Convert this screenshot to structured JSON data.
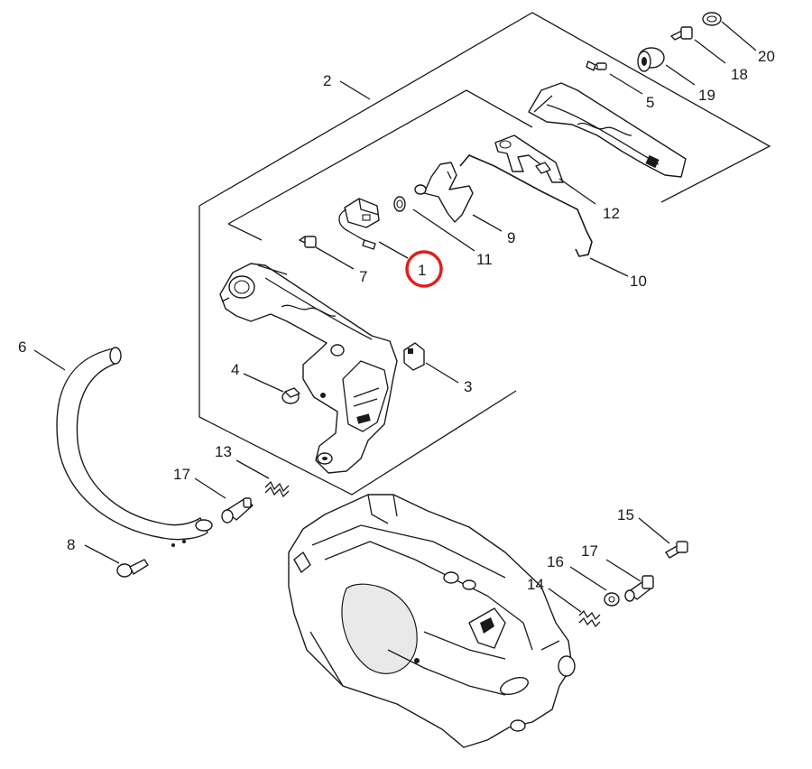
{
  "diagram": {
    "labels": [
      {
        "id": "1",
        "text": "1"
      },
      {
        "id": "2",
        "text": "2"
      },
      {
        "id": "3",
        "text": "3"
      },
      {
        "id": "4",
        "text": "4"
      },
      {
        "id": "5",
        "text": "5"
      },
      {
        "id": "6",
        "text": "6"
      },
      {
        "id": "7",
        "text": "7"
      },
      {
        "id": "8",
        "text": "8"
      },
      {
        "id": "9",
        "text": "9"
      },
      {
        "id": "10",
        "text": "10"
      },
      {
        "id": "11",
        "text": "11"
      },
      {
        "id": "12",
        "text": "12"
      },
      {
        "id": "13",
        "text": "13"
      },
      {
        "id": "14",
        "text": "14"
      },
      {
        "id": "15",
        "text": "15"
      },
      {
        "id": "16",
        "text": "16"
      },
      {
        "id": "17a",
        "text": "17"
      },
      {
        "id": "17b",
        "text": "17"
      },
      {
        "id": "18",
        "text": "18"
      },
      {
        "id": "19",
        "text": "19"
      },
      {
        "id": "20",
        "text": "20"
      }
    ],
    "highlight": {
      "label_id": "1",
      "color": "#e0201b"
    }
  }
}
